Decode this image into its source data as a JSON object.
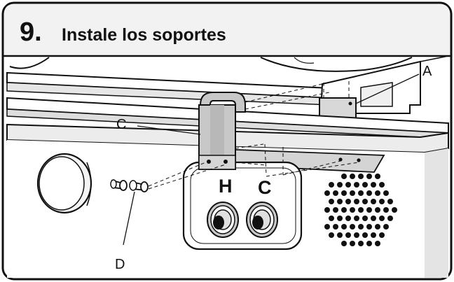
{
  "step": {
    "number": "9.",
    "title": "Instale los soportes"
  },
  "callouts": {
    "A": "A",
    "C": "C",
    "D": "D"
  },
  "connections": {
    "hot": "H",
    "cold": "C"
  },
  "colors": {
    "frame_border": "#111111",
    "header_bg": "#f2f2f2",
    "panel_shading": "#dcdcdc",
    "bracket_fill": "#c8c8c8",
    "dots": "#111111"
  }
}
